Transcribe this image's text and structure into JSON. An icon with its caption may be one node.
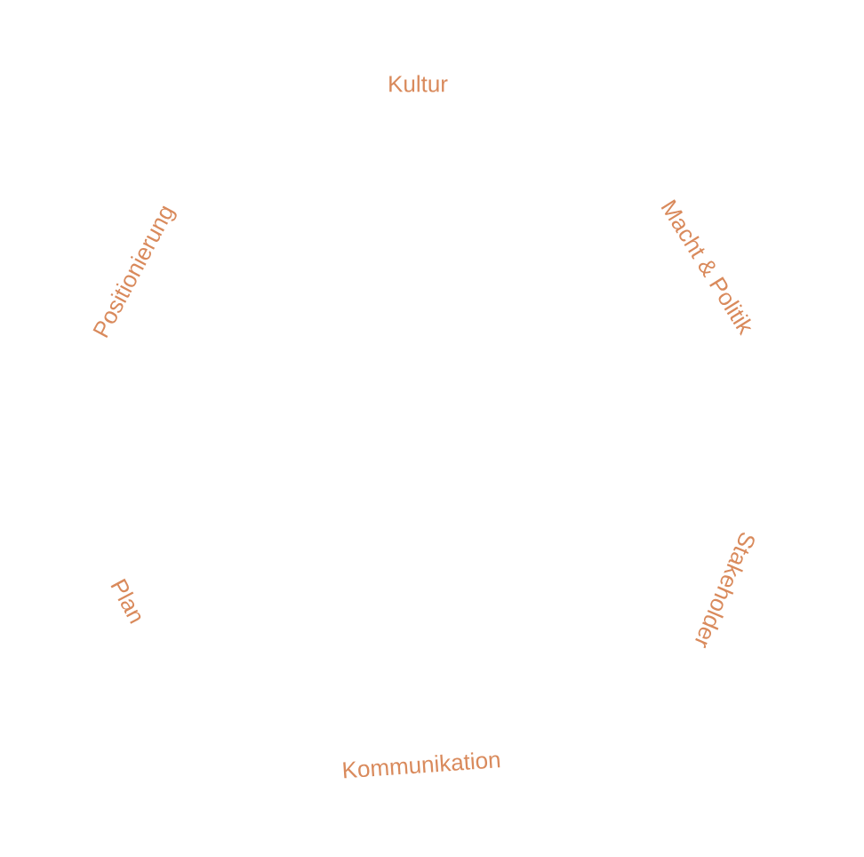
{
  "diagram": {
    "labels": [
      "Kultur",
      "Macht & Politik",
      "Stakeholder",
      "Kommunikation",
      "Plan",
      "Positionierung"
    ]
  }
}
